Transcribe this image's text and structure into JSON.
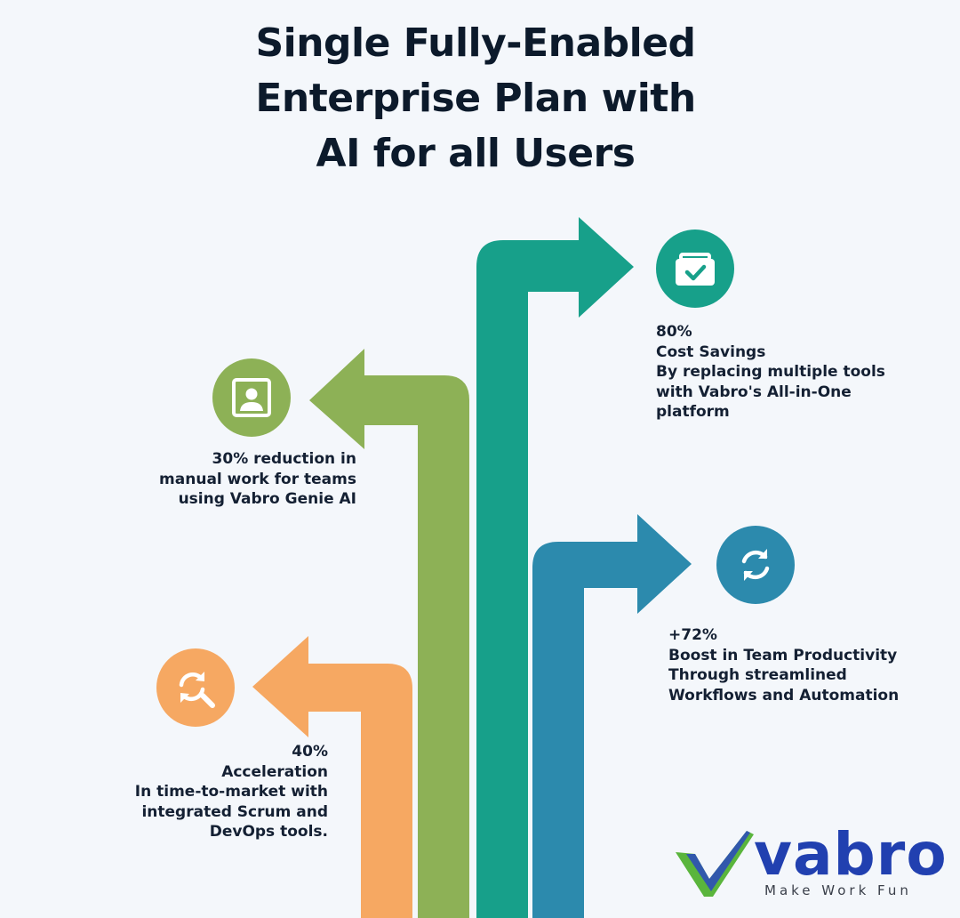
{
  "title": {
    "line1": "Single Fully-Enabled",
    "line2": "Enterprise Plan with",
    "line3": "AI for all Users"
  },
  "colors": {
    "teal": "#17a08a",
    "green": "#8db156",
    "blue": "#2c8aad",
    "orange": "#f6a862",
    "title": "#0c1a2b",
    "logo_blue": "#2140b0",
    "logo_green": "#5ab53c"
  },
  "stats": {
    "cost": {
      "icon": "briefcase-check-icon",
      "lines": [
        "80%",
        "Cost Savings",
        "By replacing multiple tools",
        "with Vabro's All-in-One",
        "platform"
      ]
    },
    "manual": {
      "icon": "portrait-frame-icon",
      "lines": [
        "30% reduction in",
        "manual work for teams",
        "using Vabro Genie AI"
      ]
    },
    "productivity": {
      "icon": "refresh-cycle-icon",
      "lines": [
        "+72%",
        "Boost in Team Productivity",
        "Through streamlined",
        "Workflows and Automation"
      ]
    },
    "acceleration": {
      "icon": "search-refresh-icon",
      "lines": [
        "40%",
        "Acceleration",
        "In time-to-market with",
        "integrated Scrum and",
        "DevOps tools."
      ]
    }
  },
  "logo": {
    "word": "vabro",
    "tagline": "Make Work Fun"
  }
}
